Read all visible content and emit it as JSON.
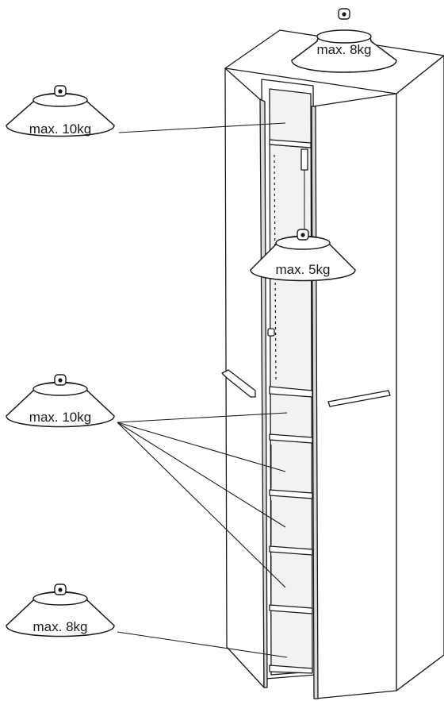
{
  "weights": {
    "top": "max. 8kg",
    "upper_shelf": "max. 10kg",
    "hanging_rail": "max. 5kg",
    "middle_shelves": "max. 10kg",
    "bottom_shelf": "max. 8kg"
  },
  "colors": {
    "line": "#1a1a1a",
    "fill": "#ffffff",
    "panel_shade": "#e6e6e6"
  }
}
